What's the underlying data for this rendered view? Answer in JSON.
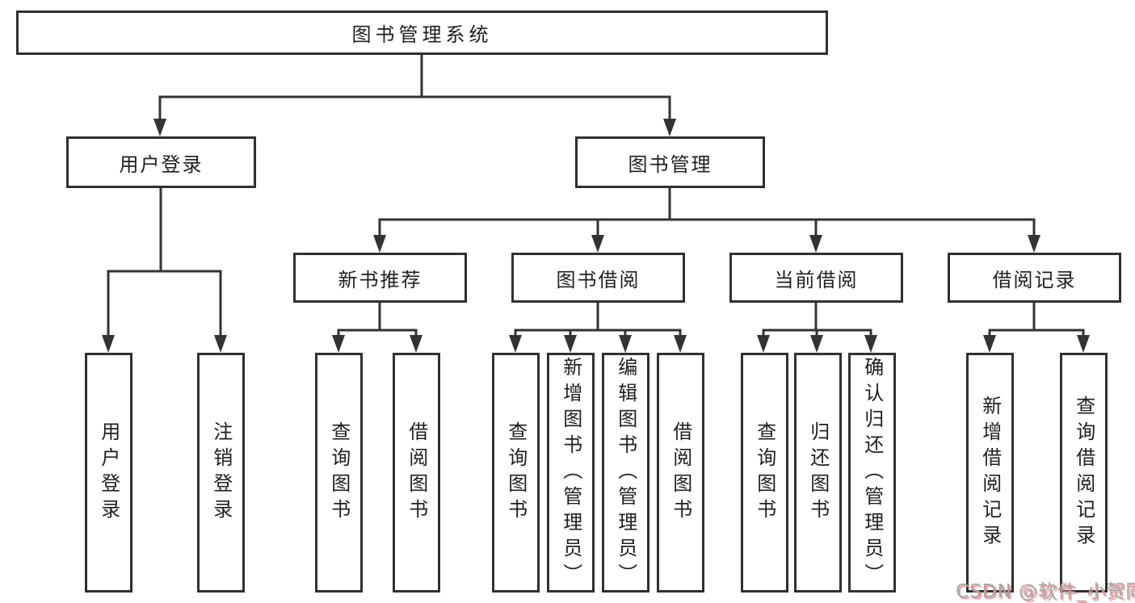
{
  "colors": {
    "line": "#333333",
    "box_border": "#303030",
    "text": "#1f1f1f",
    "watermark_gray": "#a8a8a8",
    "watermark_pink": "#ec7878",
    "background": "#ffffff"
  },
  "tree": {
    "root": {
      "label": "图书管理系统"
    },
    "level2": [
      {
        "label": "用户登录",
        "children": [
          {
            "label": "用户登录"
          },
          {
            "label": "注销登录"
          }
        ]
      },
      {
        "label": "图书管理",
        "children": [
          {
            "label": "新书推荐",
            "children": [
              {
                "label": "查询图书"
              },
              {
                "label": "借阅图书"
              }
            ]
          },
          {
            "label": "图书借阅",
            "children": [
              {
                "label": "查询图书"
              },
              {
                "label": "新增图书（管理员）"
              },
              {
                "label": "编辑图书（管理员）"
              },
              {
                "label": "借阅图书"
              }
            ]
          },
          {
            "label": "当前借阅",
            "children": [
              {
                "label": "查询图书"
              },
              {
                "label": "归还图书"
              },
              {
                "label": "确认归还（管理员）"
              }
            ]
          },
          {
            "label": "借阅记录",
            "children": [
              {
                "label": "新增借阅记录"
              },
              {
                "label": "查询借阅记录"
              }
            ]
          }
        ]
      }
    ]
  },
  "watermark": {
    "text": "CSDN @软件_小贺同学"
  }
}
